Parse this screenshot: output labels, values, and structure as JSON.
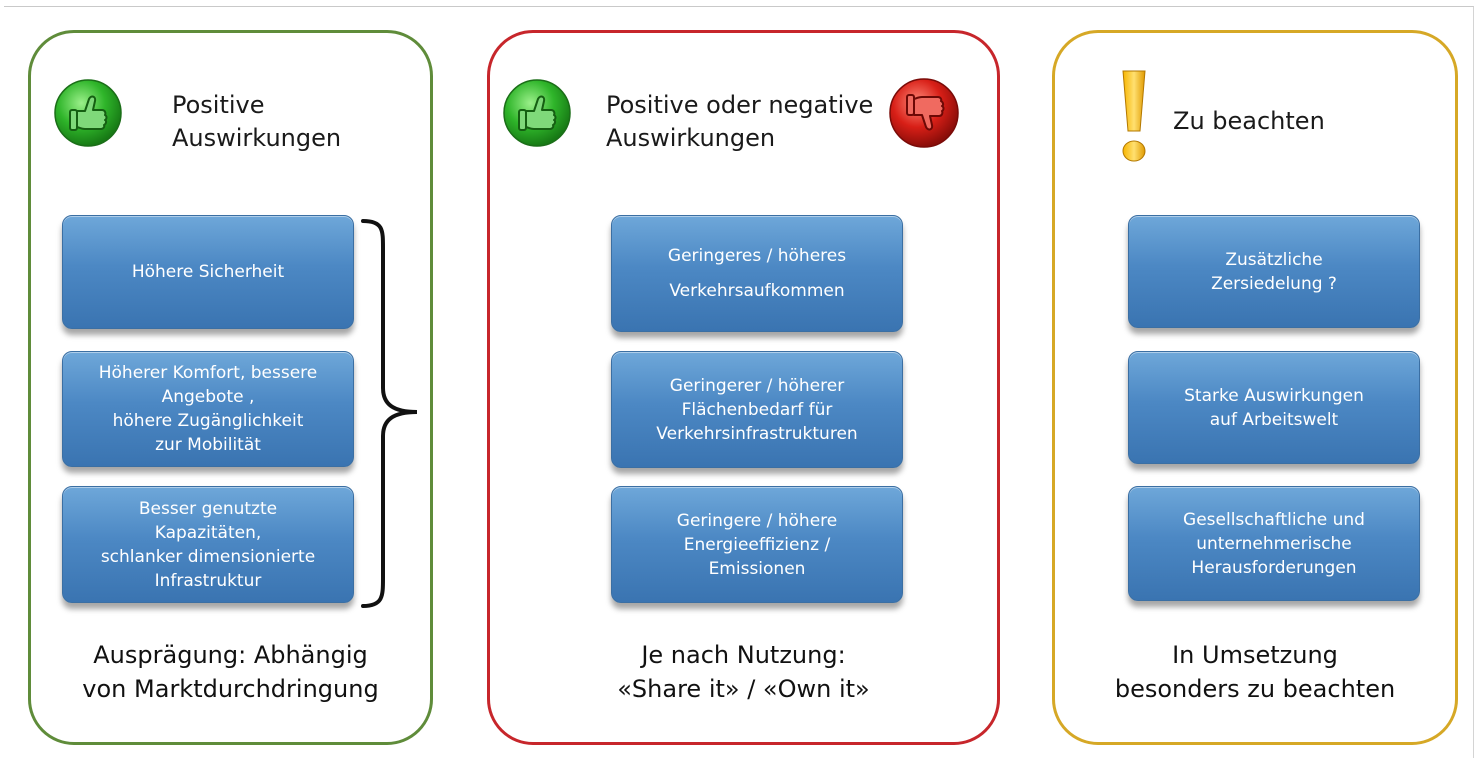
{
  "panels": [
    {
      "title": "Positive\nAuswirkungen",
      "items": [
        "Höhere Sicherheit",
        "Höherer Komfort, bessere\nAngebote ,\nhöhere Zugänglichkeit\nzur Mobilität",
        "Besser genutzte\nKapazitäten,\nschlanker dimensionierte\nInfrastruktur"
      ],
      "footer": [
        "Ausprägung: Abhängig",
        "von Marktdurchdringung"
      ]
    },
    {
      "title": "Positive oder negative\nAuswirkungen",
      "items": [
        "Geringeres / höheres\nVerkehrsaufkommen",
        "Geringerer / höherer\nFlächenbedarf für\nVerkehrsinfrastrukturen",
        "Geringere / höhere\nEnergieeffizienz /\nEmissionen"
      ],
      "footer": [
        "Je nach Nutzung:",
        "«Share it» / «Own it»"
      ]
    },
    {
      "title": "Zu beachten",
      "items": [
        "Zusätzliche\nZersiedelung ?",
        "Starke Auswirkungen\nauf Arbeitswelt",
        "Gesellschaftliche und\nunternehmerische\nHerausforderungen"
      ],
      "footer": [
        "In Umsetzung",
        "besonders zu beachten"
      ]
    }
  ],
  "colors": {
    "green_border": "#5f8c3a",
    "red_border": "#c7262b",
    "yellow_border": "#d6a826",
    "box_blue": "#4c88c4"
  },
  "icons": [
    "thumbs-up-icon",
    "thumbs-down-icon",
    "exclamation-icon",
    "brace-icon"
  ]
}
